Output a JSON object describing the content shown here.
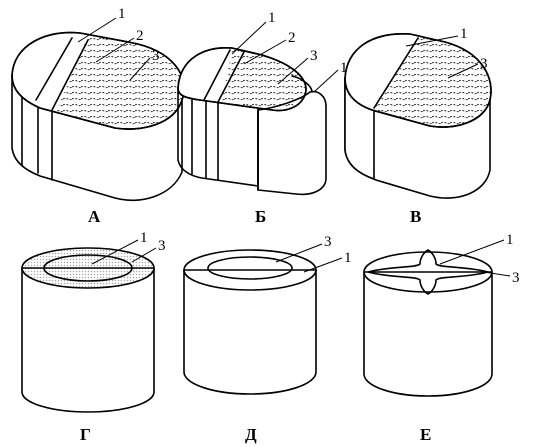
{
  "figures": [
    {
      "letter": "А",
      "callouts": [
        "1",
        "2",
        "3"
      ]
    },
    {
      "letter": "Б",
      "callouts": [
        "1",
        "2",
        "3",
        "1"
      ]
    },
    {
      "letter": "В",
      "callouts": [
        "1",
        "3"
      ]
    },
    {
      "letter": "Г",
      "callouts": [
        "1",
        "3"
      ]
    },
    {
      "letter": "Д",
      "callouts": [
        "3",
        "1"
      ]
    },
    {
      "letter": "Е",
      "callouts": [
        "1",
        "3"
      ]
    }
  ],
  "colors": {
    "ink": "#000000",
    "paper": "#ffffff"
  }
}
